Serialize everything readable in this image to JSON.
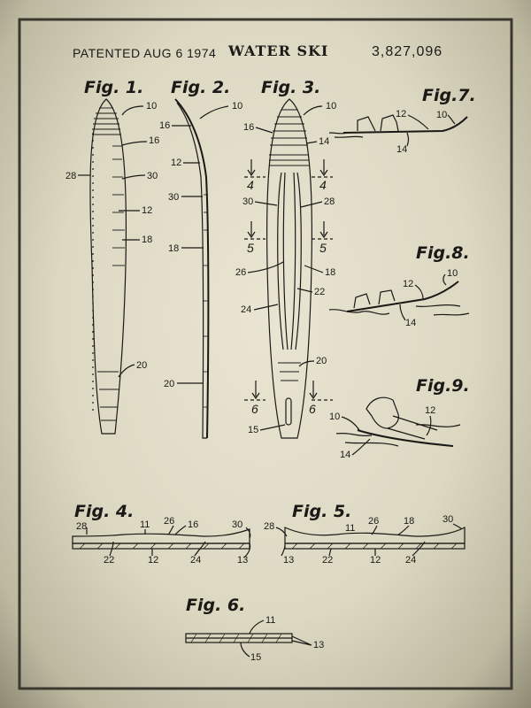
{
  "header": {
    "patented": "PATENTED AUG 6 1974",
    "title": "WATER SKI",
    "number": "3,827,096"
  },
  "figures": {
    "fig1": "Fig. 1.",
    "fig2": "Fig. 2.",
    "fig3": "Fig. 3.",
    "fig4": "Fig. 4.",
    "fig5": "Fig. 5.",
    "fig6": "Fig. 6.",
    "fig7": "Fig.7.",
    "fig8": "Fig.8.",
    "fig9": "Fig.9."
  },
  "labels": {
    "n10": "10",
    "n11": "11",
    "n12": "12",
    "n13": "13",
    "n14": "14",
    "n15": "15",
    "n16": "16",
    "n18": "18",
    "n20": "20",
    "n22": "22",
    "n24": "24",
    "n26": "26",
    "n28": "28",
    "n30": "30",
    "s4": "4",
    "s5": "5",
    "s6": "6"
  },
  "colors": {
    "paper": "#e4e0cb",
    "ink": "#1a1916",
    "border": "#2b2a25"
  }
}
